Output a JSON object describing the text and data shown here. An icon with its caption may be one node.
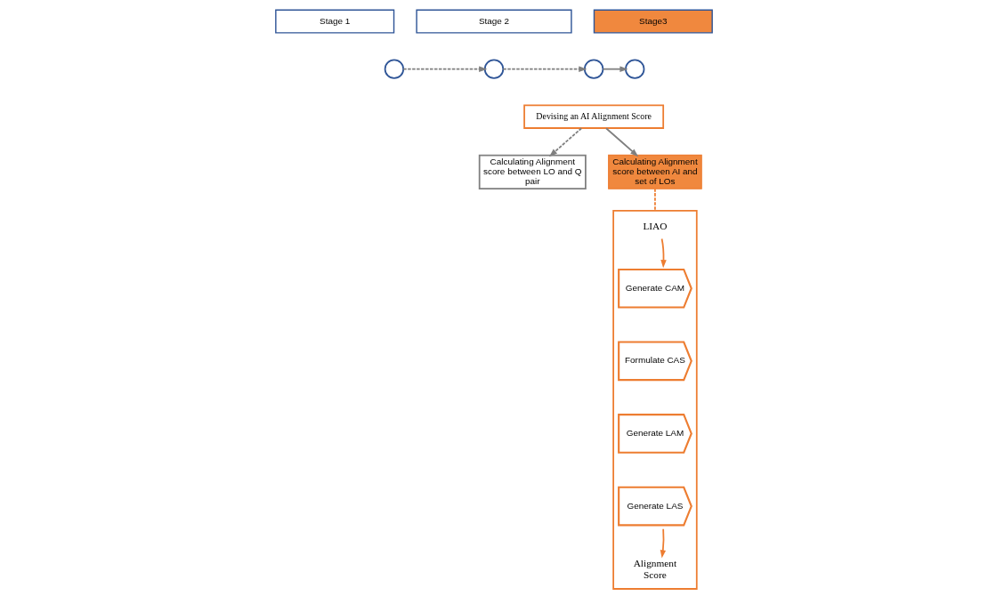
{
  "diagram": {
    "nodes": [
      {
        "text": [
          "Stage 1"
        ]
      },
      {
        "text": [
          "Stage 2"
        ]
      },
      {
        "text": [
          "Stage3"
        ]
      },
      {
        "text": [],
        "shape": "circle"
      },
      {
        "text": [],
        "shape": "circle"
      },
      {
        "text": [],
        "shape": "circle"
      },
      {
        "text": [],
        "shape": "circle"
      },
      {
        "text": [
          "Devising an AI Alignment Score"
        ]
      },
      {
        "text": [
          "Calculating Alignment score between LO and Q pair"
        ]
      },
      {
        "text": [
          "Calculating Alignment score between AI and set of LOs"
        ]
      },
      {
        "text": [],
        "shape": "box"
      },
      {
        "text": [
          "LIAO"
        ],
        "in": 10
      },
      {
        "text": [
          "Generate CAM"
        ],
        "in": 10
      },
      {
        "text": [
          "Formulate CAS"
        ],
        "in": 10
      },
      {
        "text": [
          "Generate LAM"
        ],
        "in": 10
      },
      {
        "text": [
          "Generate LAS"
        ],
        "in": 10
      },
      {
        "text": [
          "Alignment Score"
        ],
        "in": 10
      }
    ],
    "edges": [
      {
        "from": 3,
        "to": 4,
        "arrow": "to",
        "style": "dashed"
      },
      {
        "from": 4,
        "to": 5,
        "arrow": "to",
        "style": "dashed"
      },
      {
        "from": 5,
        "to": 6,
        "arrow": "to"
      },
      {
        "from": 7,
        "to": 8,
        "arrow": "to",
        "style": "dashed"
      },
      {
        "from": 7,
        "to": 9,
        "arrow": "to"
      },
      {
        "from": 9,
        "to": 10,
        "arrow": "none",
        "style": "dashed",
        "color": "#ed7d31"
      },
      {
        "from": 11,
        "to": 12,
        "arrow": "to",
        "color": "#ed7d31"
      },
      {
        "from": 15,
        "to": 16,
        "arrow": "to",
        "color": "#ed7d31"
      }
    ]
  }
}
